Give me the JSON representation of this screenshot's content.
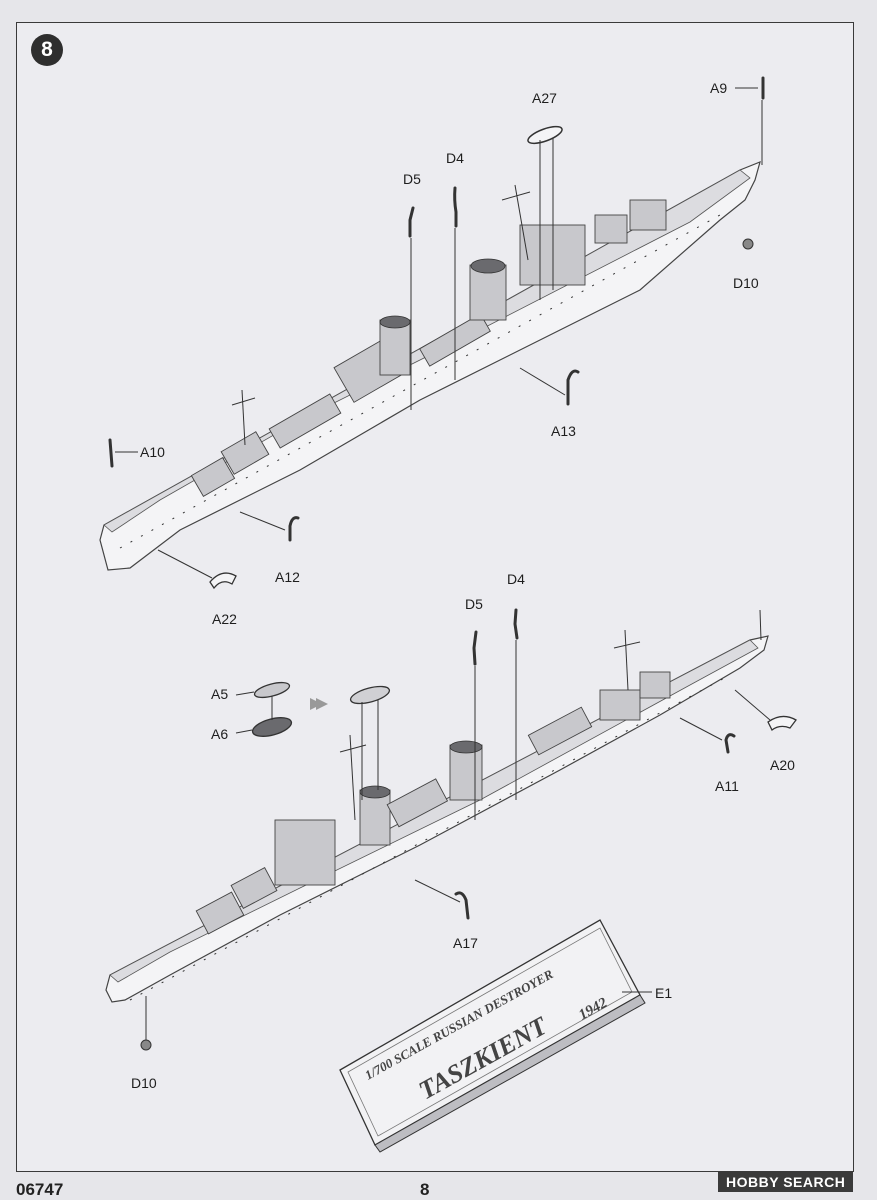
{
  "step_number": "8",
  "footer": {
    "code": "06747",
    "page": "8"
  },
  "watermark": "HOBBY SEARCH",
  "plaque": {
    "line1": "1/700 SCALE RUSSIAN DESTROYER",
    "name": "TASZKIENT",
    "year": "1942"
  },
  "labels": {
    "a9": "A9",
    "a27": "A27",
    "d4_top": "D4",
    "d5_top": "D5",
    "d10_top": "D10",
    "a13": "A13",
    "a10": "A10",
    "a12": "A12",
    "a22": "A22",
    "d4_bottom": "D4",
    "d5_bottom": "D5",
    "a5": "A5",
    "a6": "A6",
    "a20": "A20",
    "a11": "A11",
    "a17": "A17",
    "e1": "E1",
    "d10_bottom": "D10"
  }
}
